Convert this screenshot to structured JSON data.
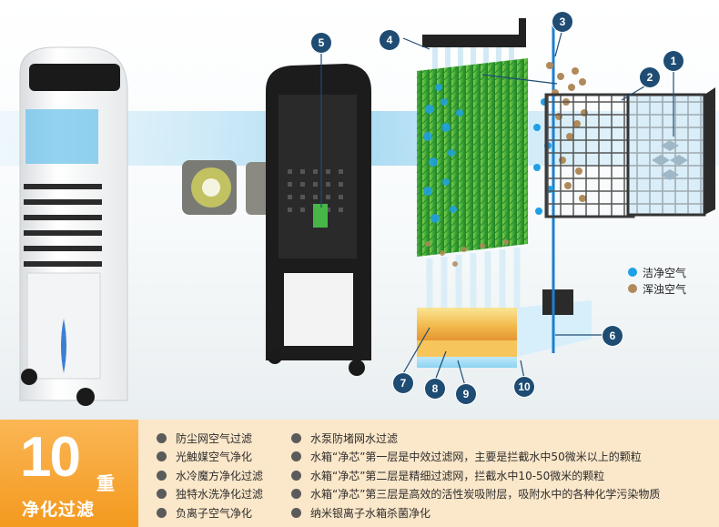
{
  "callouts": [
    "1",
    "2",
    "3",
    "4",
    "5",
    "6",
    "7",
    "8",
    "9",
    "10"
  ],
  "legend": [
    {
      "label": "洁净空气",
      "color": "#1fa0e6"
    },
    {
      "label": "浑浊空气",
      "color": "#b08a5a"
    }
  ],
  "badge": {
    "number": "10",
    "unit": "重",
    "subtitle": "净化过滤"
  },
  "features_left": [
    "防尘网空气过滤",
    "光触媒空气净化",
    "水冷魔方净化过滤",
    "独特水洗净化过滤",
    "负离子空气净化"
  ],
  "features_right": [
    "水泵防堵网水过滤",
    "水箱“净芯”第一层是中效过滤网，主要是拦截水中50微米以上的颗粒",
    "水箱“净芯”第二层是精细过滤网，拦截水中10-50微米的颗粒",
    "水箱“净芯”第三层是高效的活性炭吸附层，吸附水中的各种化学污染物质",
    "纳米银离子水箱杀菌净化"
  ],
  "colors": {
    "badge": "#f39a1f",
    "panel": "#fbe7c9",
    "callout": "#1e4c73",
    "clean_air": "#1fa0e6",
    "dirty_air": "#b08a5a",
    "filter_green": "#3aa83a"
  }
}
